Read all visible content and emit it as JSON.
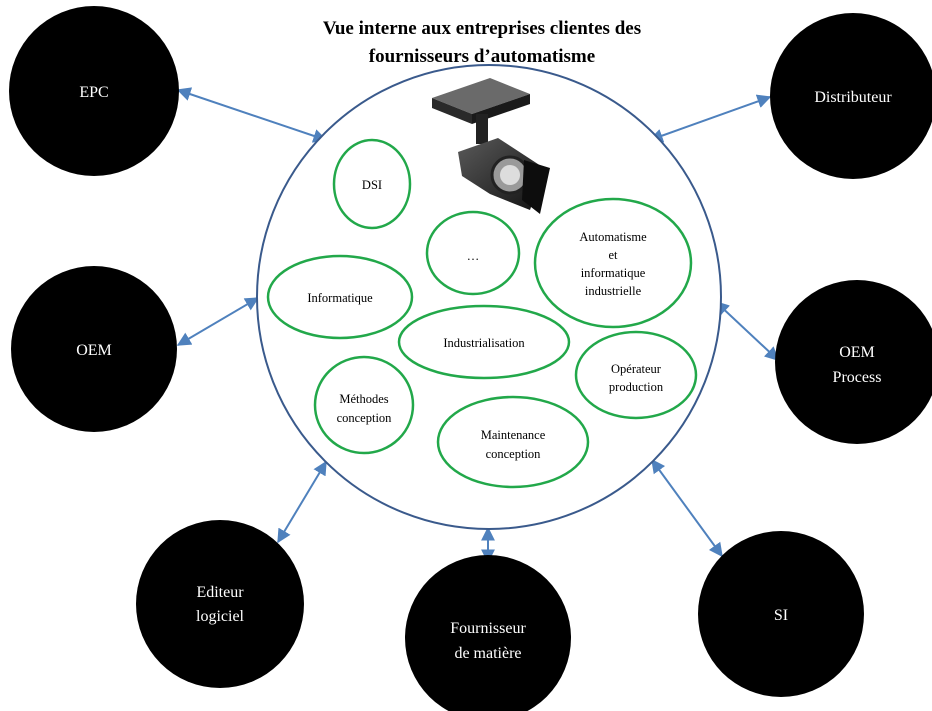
{
  "title": {
    "line1": "Vue interne aux entreprises clientes des",
    "line2": "fournisseurs d’automatisme"
  },
  "colors": {
    "outer_circle_stroke": "#3a5a8c",
    "inner_ellipse_stroke": "#22a84a",
    "external_node_fill": "#000000",
    "arrow": "#4f81bd"
  },
  "icons": [
    "spotlight-lamp-icon"
  ],
  "external_nodes": [
    {
      "id": "epc",
      "lines": [
        "EPC"
      ]
    },
    {
      "id": "distributeur",
      "lines": [
        "Distributeur"
      ]
    },
    {
      "id": "oem",
      "lines": [
        "OEM"
      ]
    },
    {
      "id": "oem-process",
      "lines": [
        "OEM",
        "Process"
      ]
    },
    {
      "id": "editeur-logiciel",
      "lines": [
        "Editeur",
        "logiciel"
      ]
    },
    {
      "id": "fournisseur-matiere",
      "lines": [
        "Fournisseur",
        "de matière"
      ]
    },
    {
      "id": "si",
      "lines": [
        "SI"
      ]
    }
  ],
  "internal_units": [
    {
      "id": "dsi",
      "lines": [
        "DSI"
      ]
    },
    {
      "id": "ellipsis",
      "lines": [
        "…"
      ]
    },
    {
      "id": "automatisme",
      "lines": [
        "Automatisme",
        "et",
        "informatique",
        "industrielle"
      ]
    },
    {
      "id": "informatique",
      "lines": [
        "Informatique"
      ]
    },
    {
      "id": "industrialisation",
      "lines": [
        "Industrialisation"
      ]
    },
    {
      "id": "operateur",
      "lines": [
        "Opérateur",
        "production"
      ]
    },
    {
      "id": "methodes",
      "lines": [
        "Méthodes",
        "conception"
      ]
    },
    {
      "id": "maintenance",
      "lines": [
        "Maintenance",
        "conception"
      ]
    }
  ]
}
